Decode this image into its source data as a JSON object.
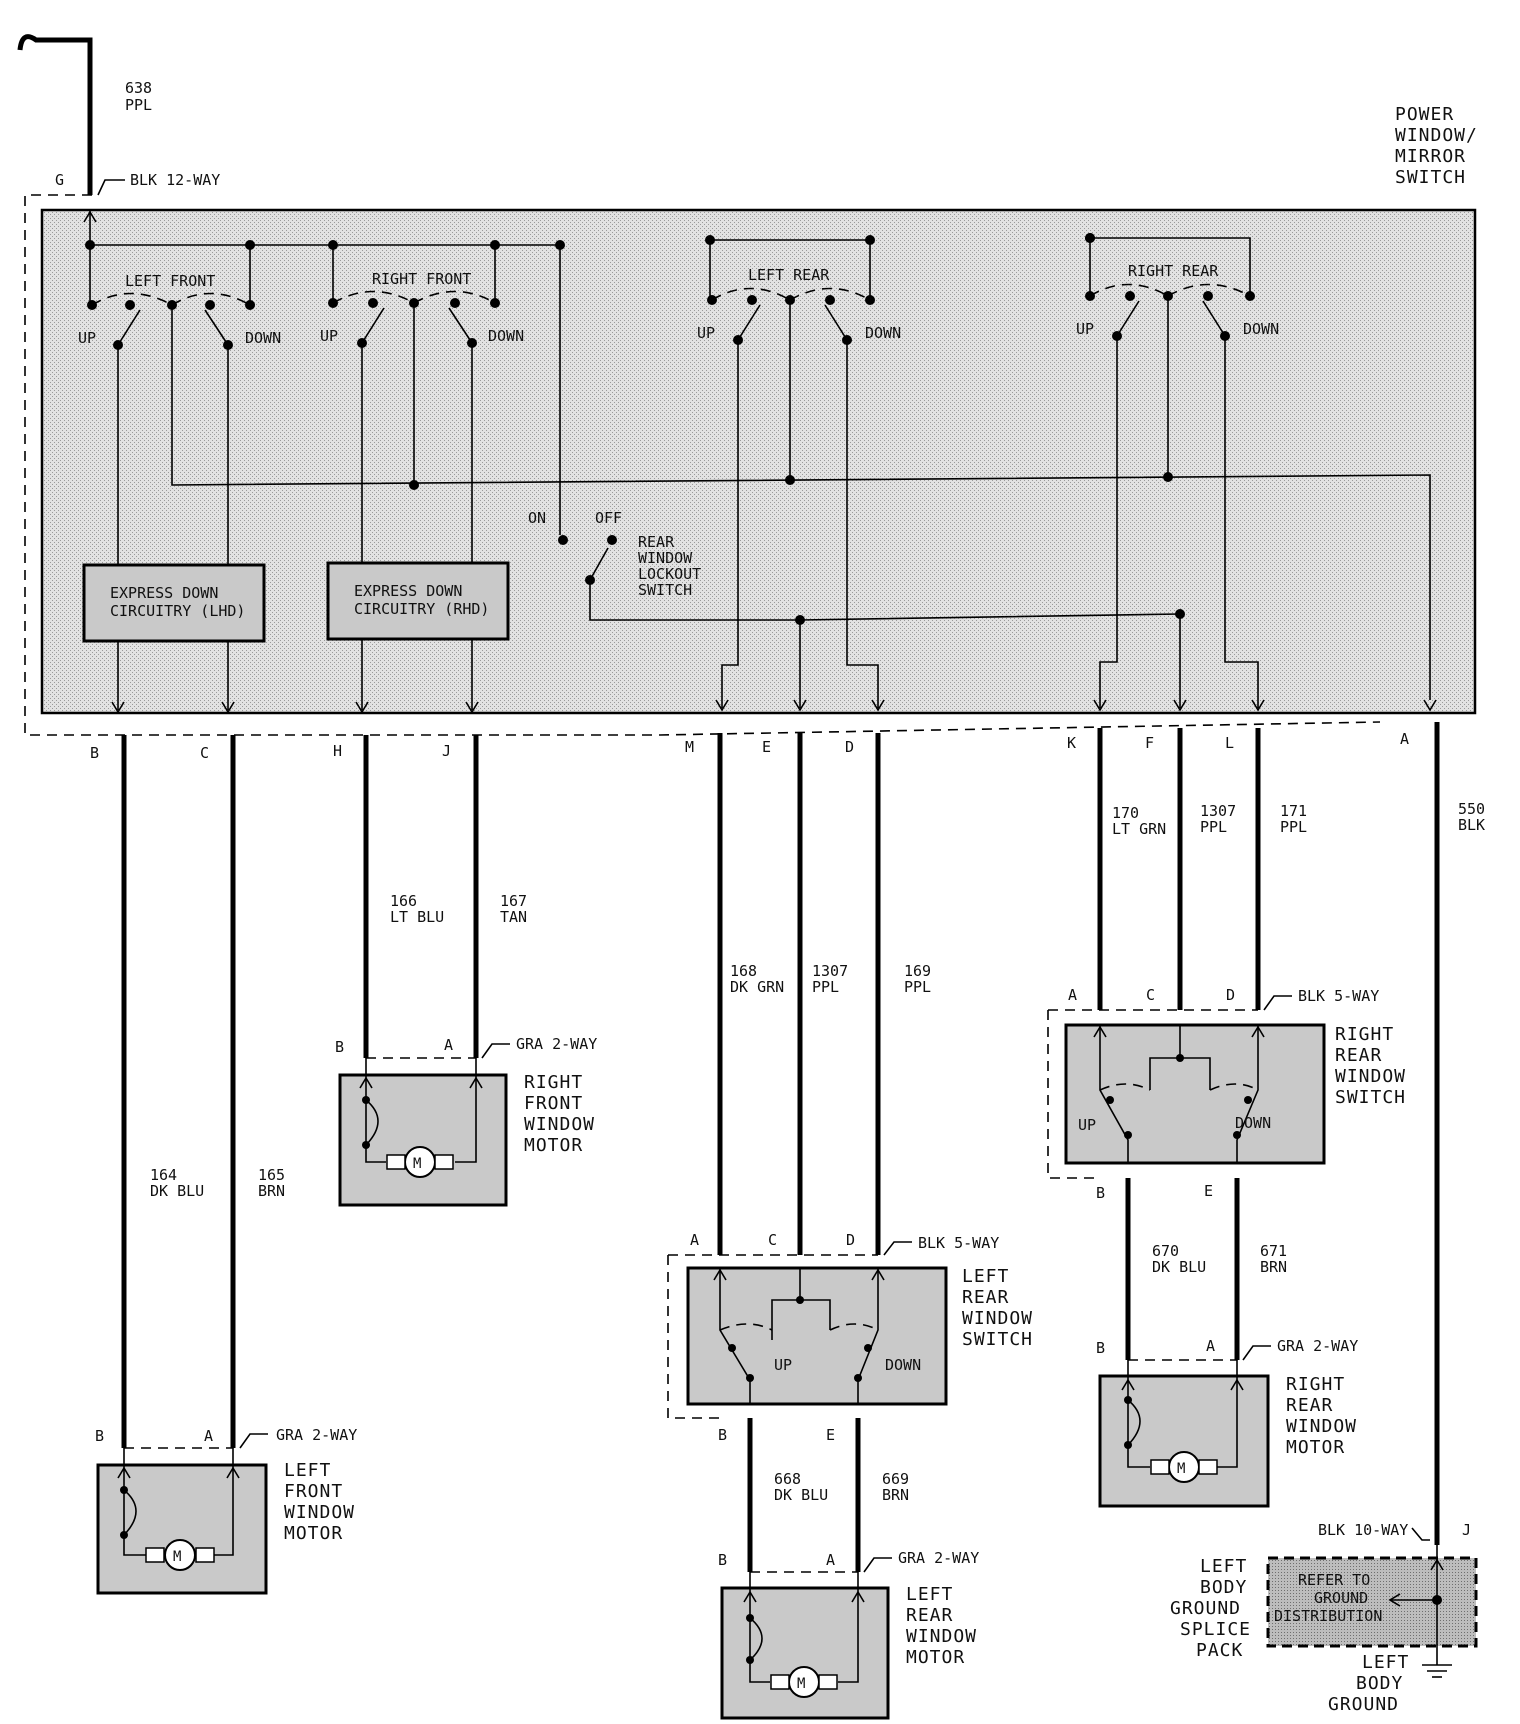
{
  "supply": {
    "circuit": "638",
    "color": "PPL",
    "pin": "G",
    "connector": "BLK 12-WAY"
  },
  "switch_title": [
    "POWER",
    "WINDOW/",
    "MIRROR",
    "SWITCH"
  ],
  "sections": {
    "left_front": "LEFT FRONT",
    "right_front": "RIGHT FRONT",
    "left_rear": "LEFT REAR",
    "right_rear": "RIGHT REAR",
    "up": "UP",
    "down": "DOWN"
  },
  "express_lhd": [
    "EXPRESS DOWN",
    "CIRCUITRY (LHD)"
  ],
  "express_rhd": [
    "EXPRESS DOWN",
    "CIRCUITRY (RHD)"
  ],
  "lockout": {
    "on": "ON",
    "off": "OFF",
    "label": [
      "REAR",
      "WINDOW",
      "LOCKOUT",
      "SWITCH"
    ]
  },
  "pins_bottom": [
    "B",
    "C",
    "H",
    "J",
    "M",
    "E",
    "D",
    "K",
    "F",
    "L",
    "A"
  ],
  "wires": {
    "w164": [
      "164",
      "DK BLU"
    ],
    "w165": [
      "165",
      "BRN"
    ],
    "w166": [
      "166",
      "LT BLU"
    ],
    "w167": [
      "167",
      "TAN"
    ],
    "w168": [
      "168",
      "DK GRN"
    ],
    "w1307a": [
      "1307",
      "PPL"
    ],
    "w169": [
      "169",
      "PPL"
    ],
    "w170": [
      "170",
      "LT GRN"
    ],
    "w1307b": [
      "1307",
      "PPL"
    ],
    "w171": [
      "171",
      "PPL"
    ],
    "w550": [
      "550",
      "BLK"
    ],
    "w670": [
      "670",
      "DK BLU"
    ],
    "w671": [
      "671",
      "BRN"
    ],
    "w668": [
      "668",
      "DK BLU"
    ],
    "w669": [
      "669",
      "BRN"
    ]
  },
  "connectors": {
    "gra2": "GRA 2-WAY",
    "blk5": "BLK 5-WAY",
    "blk10": "BLK 10-WAY"
  },
  "pin_letters": {
    "a": "A",
    "b": "B",
    "c": "C",
    "d": "D",
    "e": "E",
    "j": "J"
  },
  "motor_glyph": "M",
  "components": {
    "rf_motor": [
      "RIGHT",
      "FRONT",
      "WINDOW",
      "MOTOR"
    ],
    "lf_motor": [
      "LEFT",
      "FRONT",
      "WINDOW",
      "MOTOR"
    ],
    "lr_switch": [
      "LEFT",
      "REAR",
      "WINDOW",
      "SWITCH"
    ],
    "lr_motor": [
      "LEFT",
      "REAR",
      "WINDOW",
      "MOTOR"
    ],
    "rr_switch": [
      "RIGHT",
      "REAR",
      "WINDOW",
      "SWITCH"
    ],
    "rr_motor": [
      "RIGHT",
      "REAR",
      "WINDOW",
      "MOTOR"
    ],
    "splice": [
      "LEFT",
      "BODY",
      "GROUND",
      "SPLICE",
      "PACK"
    ],
    "ground_ref": [
      "REFER TO",
      "GROUND",
      "DISTRIBUTION"
    ],
    "ground": [
      "LEFT",
      "BODY",
      "GROUND"
    ]
  }
}
